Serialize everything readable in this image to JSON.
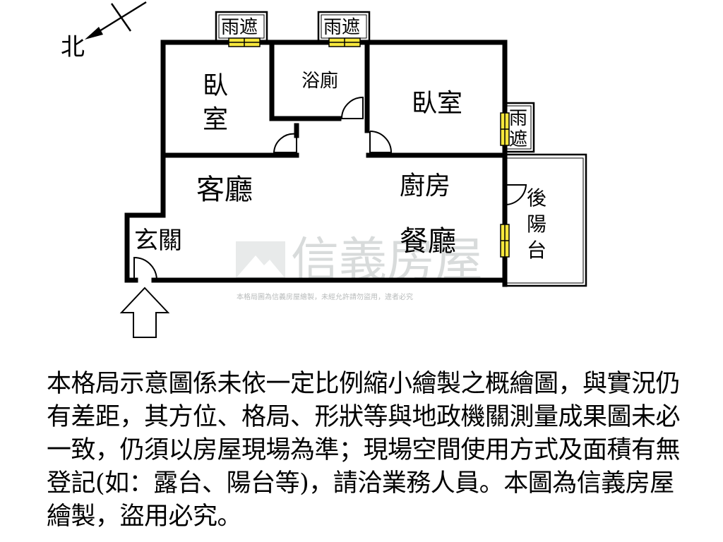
{
  "compass": {
    "north_label": "北"
  },
  "rooms": {
    "bedroom_left_line1": "臥",
    "bedroom_left_line2": "室",
    "bathroom": "浴廁",
    "bedroom_right": "臥室",
    "living_room": "客廳",
    "kitchen": "廚房",
    "dining_room": "餐廳",
    "entrance": "玄關",
    "back_balcony_1": "後",
    "back_balcony_2": "陽",
    "back_balcony_3": "台"
  },
  "awnings": {
    "left": "雨遮",
    "middle": "雨遮",
    "side_1": "雨",
    "side_2": "遮"
  },
  "watermark": {
    "brand": "信義房屋",
    "notice": "本格局圖為信義房屋繪製，未經允許請勿盜用，違者必究"
  },
  "disclaimer": "本格局示意圖係未依一定比例縮小繪製之概繪圖，與實況仍有差距，其方位、格局、形狀等與地政機關測量成果圖未必一致，仍須以房屋現場為準；現場空間使用方式及面積有無登記(如：露台、陽台等)，請洽業務人員。本圖為信義房屋繪製，盜用必究。"
}
